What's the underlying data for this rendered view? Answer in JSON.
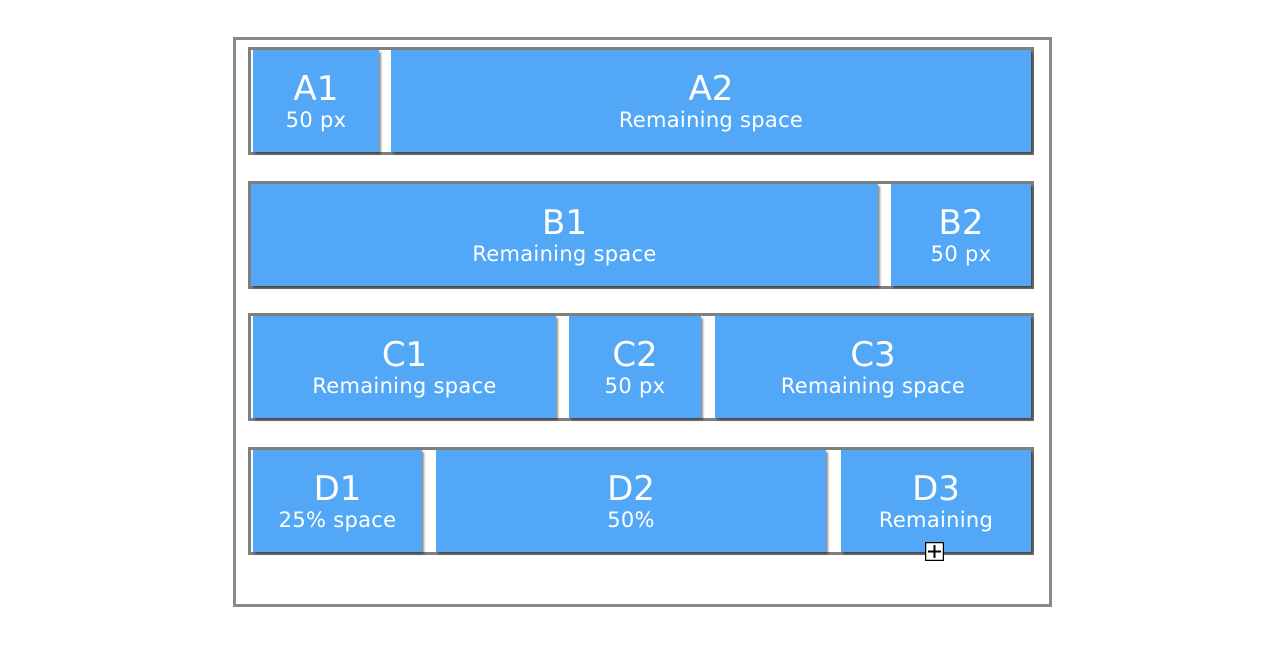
{
  "rows": {
    "a": {
      "c1": {
        "title": "A1",
        "sub": "50 px"
      },
      "c2": {
        "title": "A2",
        "sub": "Remaining space"
      }
    },
    "b": {
      "c1": {
        "title": "B1",
        "sub": "Remaining space"
      },
      "c2": {
        "title": "B2",
        "sub": "50 px"
      }
    },
    "c": {
      "c1": {
        "title": "C1",
        "sub": "Remaining space"
      },
      "c2": {
        "title": "C2",
        "sub": "50 px"
      },
      "c3": {
        "title": "C3",
        "sub": "Remaining space"
      }
    },
    "d": {
      "c1": {
        "title": "D1",
        "sub": "25% space"
      },
      "c2": {
        "title": "D2",
        "sub": "50%"
      },
      "c3": {
        "title": "D3",
        "sub": "Remaining"
      }
    }
  },
  "colors": {
    "cell": "#52a8f6",
    "border": "#7f7f7f",
    "text": "#ffffff"
  },
  "cursor": "crosshair-box-icon"
}
